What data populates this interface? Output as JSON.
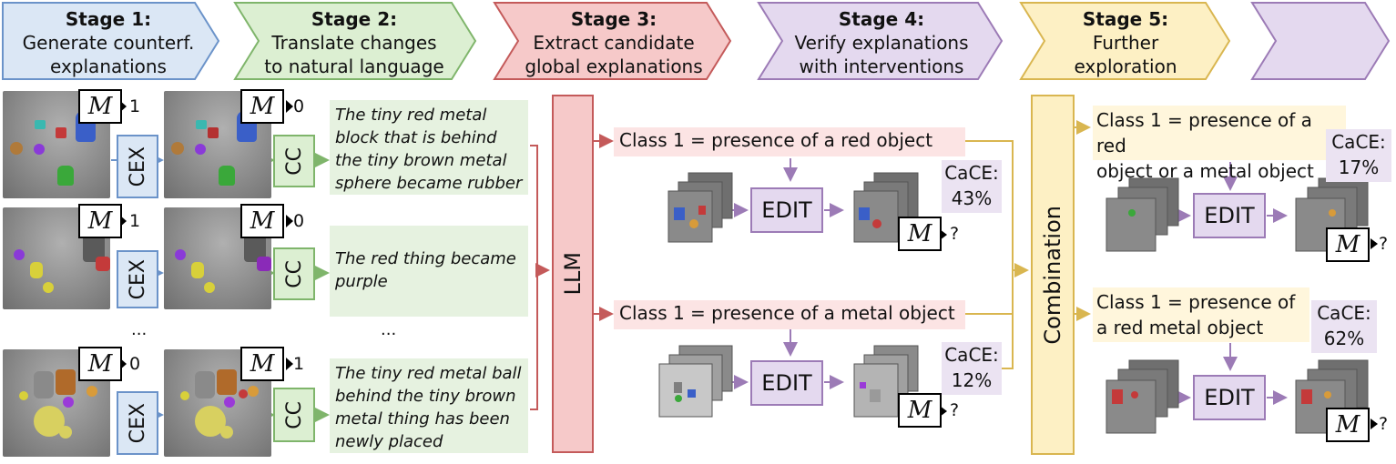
{
  "stages": [
    {
      "title": "Stage 1:",
      "line1": "Generate counterf.",
      "line2": "explanations"
    },
    {
      "title": "Stage 2:",
      "line1": "Translate changes",
      "line2": "to natural language"
    },
    {
      "title": "Stage 3:",
      "line1": "Extract candidate",
      "line2": "global explanations"
    },
    {
      "title": "Stage 4:",
      "line1": "Verify explanations",
      "line2": "with interventions"
    },
    {
      "title": "Stage 5:",
      "line1": "Further",
      "line2": "exploration"
    }
  ],
  "colors": {
    "blue_fill": "#dbe7f5",
    "blue_stroke": "#6b93c9",
    "green_fill": "#dcefd2",
    "green_stroke": "#7fb56b",
    "red_fill": "#f6c9c9",
    "red_stroke": "#c45a5a",
    "purple_fill": "#e4d9ef",
    "purple_stroke": "#9c7bb6",
    "yellow_fill": "#fdf0c4",
    "yellow_stroke": "#d9b650"
  },
  "model_label": "M",
  "cex_label": "CEX",
  "cc_label": "CC",
  "llm_label": "LLM",
  "combination_label": "Combination",
  "edit_label": "EDIT",
  "question_mark": "?",
  "rows": [
    {
      "m_before": "1",
      "m_after": "0",
      "caption": "The tiny red metal block that is behind the tiny brown metal sphere became rubber"
    },
    {
      "m_before": "1",
      "m_after": "0",
      "caption": "The red thing became purple"
    },
    {
      "m_before": "0",
      "m_after": "1",
      "caption": "The tiny red metal ball behind the tiny brown metal thing has been newly placed"
    }
  ],
  "ellipsis": "...",
  "stage4": [
    {
      "explanation": "Class 1 = presence of a red object",
      "cace_label": "CaCE:",
      "cace_value": "43%"
    },
    {
      "explanation": "Class 1 = presence of a metal object",
      "cace_label": "CaCE:",
      "cace_value": "12%"
    }
  ],
  "stage5": [
    {
      "explanation_line1": "Class 1 = presence of a red",
      "explanation_line2": "object or a metal object",
      "cace_label": "CaCE:",
      "cace_value": "17%"
    },
    {
      "explanation_line1": "Class 1 = presence of",
      "explanation_line2": "a red metal object",
      "cace_label": "CaCE:",
      "cace_value": "62%"
    }
  ]
}
